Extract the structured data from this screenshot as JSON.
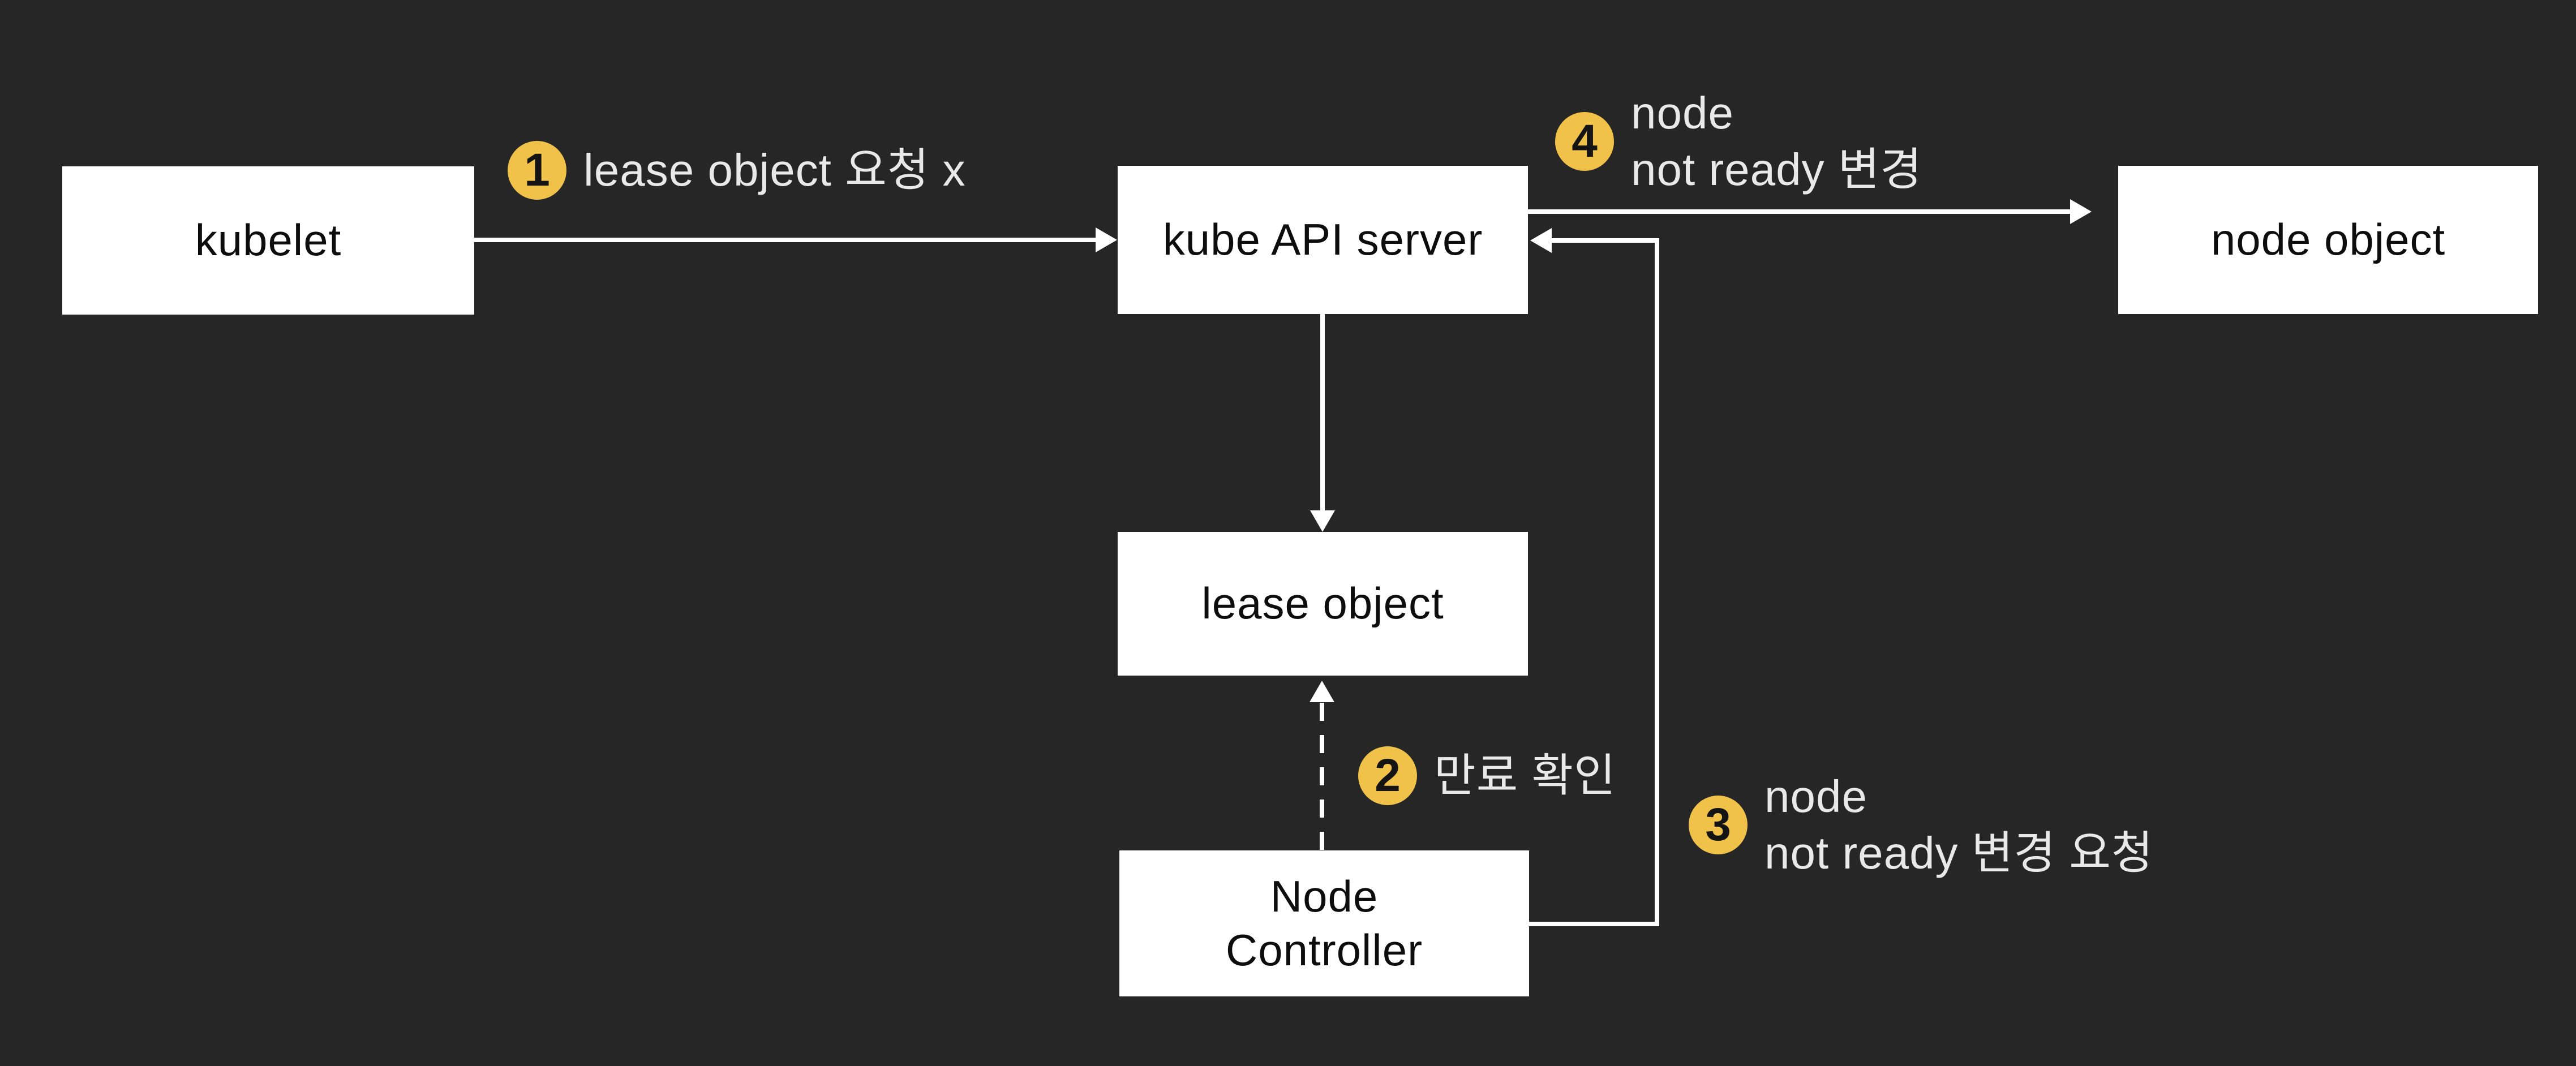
{
  "diagram": {
    "colors": {
      "background": "#262626",
      "line": "#ffffff",
      "box_bg": "#ffffff",
      "box_text": "#0d0d0d",
      "badge_bg": "#f0c24a",
      "badge_text": "#141414",
      "label_text": "#e9e9e9"
    },
    "nodes": [
      {
        "id": "kubelet",
        "label": "kubelet"
      },
      {
        "id": "kube-api-server",
        "label": "kube API server"
      },
      {
        "id": "node-object",
        "label": "node object"
      },
      {
        "id": "lease-object",
        "label": "lease object"
      },
      {
        "id": "node-controller",
        "label": "Node\nController"
      }
    ],
    "annotations": [
      {
        "badge": "1",
        "text": "lease object 요청 x"
      },
      {
        "badge": "2",
        "text": "만료 확인"
      },
      {
        "badge": "3",
        "text": "node\nnot ready 변경 요청"
      },
      {
        "badge": "4",
        "text": "node\nnot ready 변경"
      }
    ]
  }
}
